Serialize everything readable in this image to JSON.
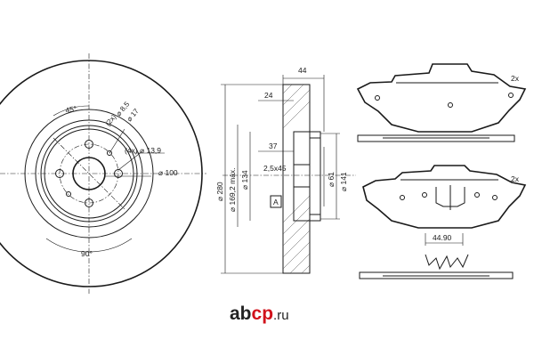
{
  "disc_front": {
    "angle_top": "45°",
    "angle_bottom": "90°",
    "hole_pattern": "(2x)",
    "hole_small": "⌀ 8,5",
    "hole_17": "⌀ 17",
    "bolt_holes": "(4x) ⌀ 13,9",
    "pcd": "⌀ 100"
  },
  "disc_section": {
    "width_total": "44",
    "width_hat": "24",
    "hub_depth": "37",
    "outer_dia": "⌀ 280",
    "max_dia": "⌀ 169,2 máx.",
    "hub_dia": "⌀ 134",
    "chamfer": "2,5x45",
    "center_bore": "⌀ 61",
    "hat_dia": "⌀ 141",
    "section_ref": "A"
  },
  "pads": {
    "qty_top": "2x",
    "qty_bottom": "2x",
    "pad_width": "44.90"
  },
  "watermark": {
    "part1": "ab",
    "part2": "cp",
    "tld": ".ru"
  }
}
